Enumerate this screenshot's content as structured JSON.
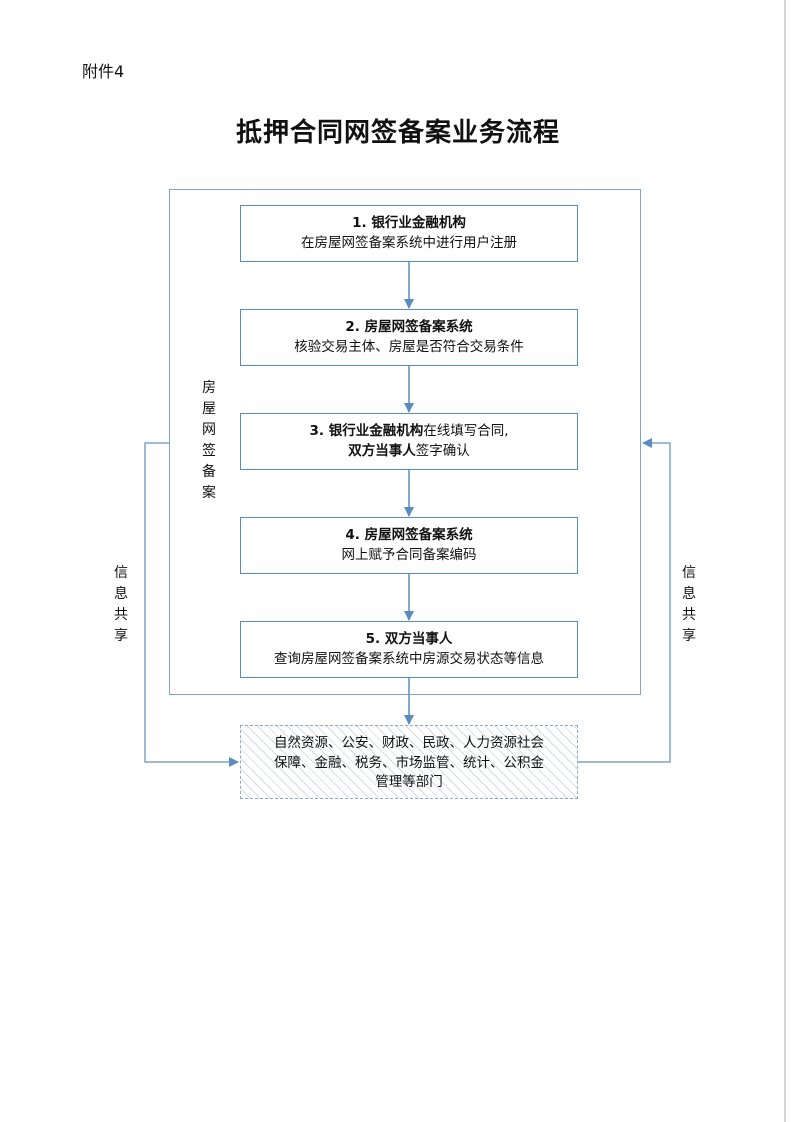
{
  "attachment_label": "附件4",
  "title": "抵押合同网签备案业务流程",
  "frame_label": [
    "房",
    "屋",
    "网",
    "签",
    "备",
    "案"
  ],
  "share_label": [
    "信",
    "息",
    "共",
    "享"
  ],
  "steps": [
    {
      "head": "1. 银行业金融机构",
      "body": "在房屋网签备案系统中进行用户注册"
    },
    {
      "head": "2. 房屋网签备案系统",
      "body": "核验交易主体、房屋是否符合交易条件"
    },
    {
      "head": "3. 银行业金融机构",
      "head_suffix": "在线填写合同,",
      "head2": "双方当事人",
      "head2_suffix": "签字确认"
    },
    {
      "head": "4. 房屋网签备案系统",
      "body": "网上赋予合同备案编码"
    },
    {
      "head": "5. 双方当事人",
      "body": "查询房屋网签备案系统中房源交易状态等信息"
    }
  ],
  "share_departments": [
    "自然资源、公安、财政、民政、人力资源社会",
    "保障、金融、税务、市场监管、统计、公积金",
    "管理等部门"
  ],
  "colors": {
    "frame": "#7ea4c8",
    "box_border": "#5b8cc0",
    "arrow": "#5b8cc0"
  }
}
